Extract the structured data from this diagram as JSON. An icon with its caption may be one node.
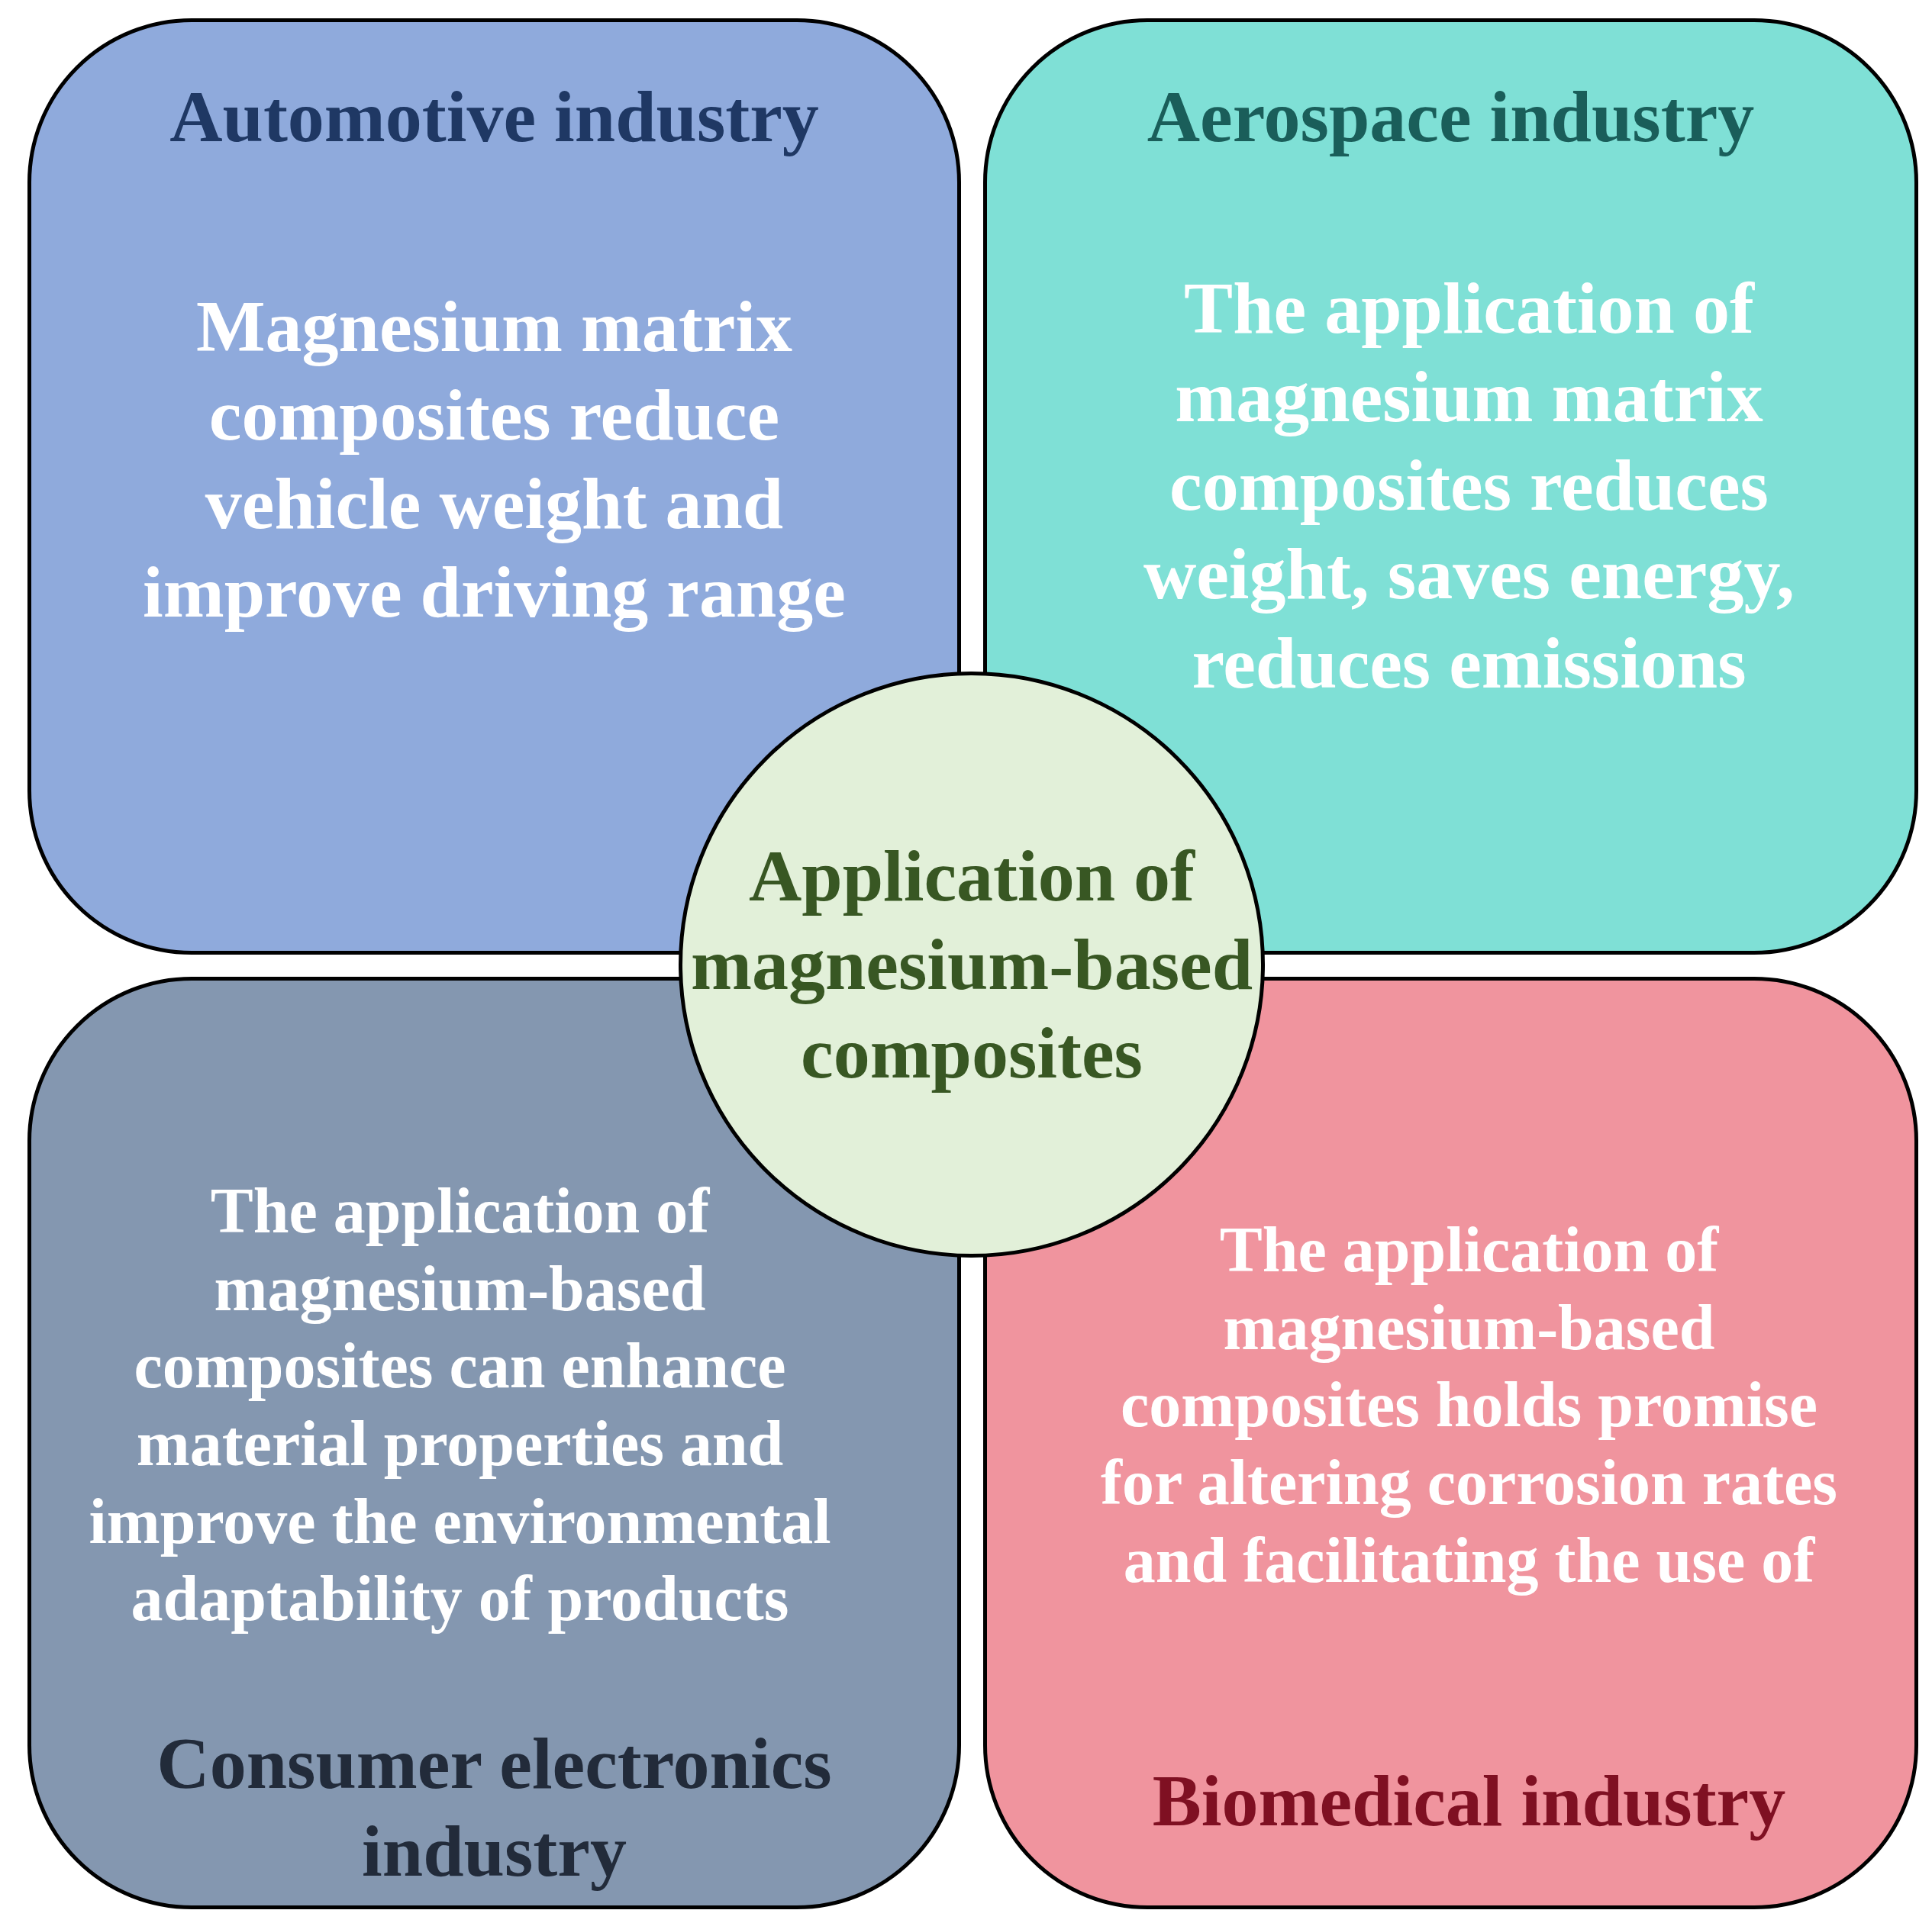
{
  "diagram": {
    "nodes": [
      {
        "text": [
          "Automotive industry",
          "Magnesium matrix composites reduce vehicle weight and improve driving range"
        ]
      },
      {
        "text": [
          "Aerospace industry",
          "The application of magnesium matrix composites reduces weight, saves energy, reduces emissions"
        ]
      },
      {
        "text": [
          "Application of magnesium-based composites"
        ]
      },
      {
        "text": [
          "The application of magnesium-based composites can enhance material properties and improve the environmental adaptability of products",
          "Consumer electronics industry"
        ]
      },
      {
        "text": [
          "The application of magnesium-based composites holds promise for altering corrosion rates and facilitating the use of",
          "Biomedical industry"
        ]
      }
    ]
  }
}
